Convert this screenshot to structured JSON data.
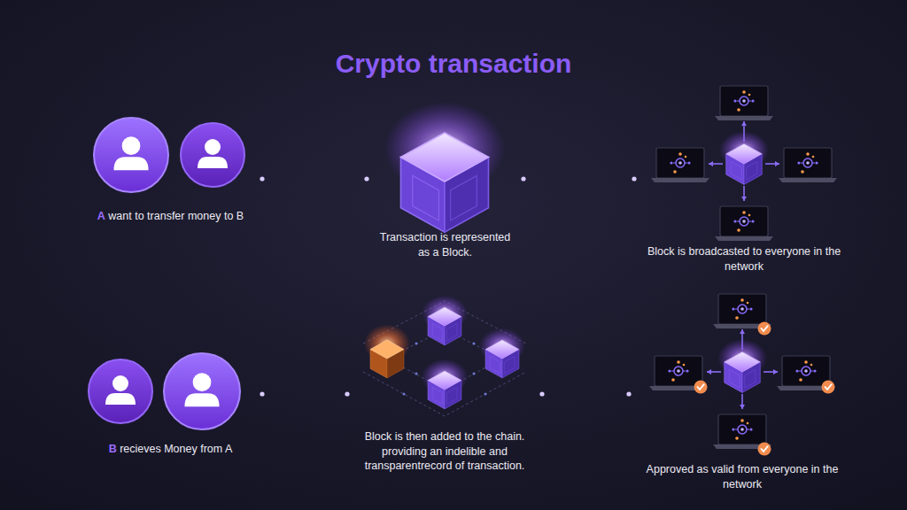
{
  "diagram": {
    "title": "Crypto transaction",
    "nodes": [
      {
        "text": [
          "A want to transfer money to B"
        ]
      },
      {
        "text": [
          "Transaction is represented as a Block."
        ]
      },
      {
        "text": [
          "Block is broadcasted to everyone in the network"
        ]
      },
      {
        "text": [
          "B recieves Money from A"
        ]
      },
      {
        "text": [
          "Block is then added to the chain. providing an indelible and transparentrecord of transaction."
        ]
      },
      {
        "text": [
          "Approved as valid from everyone in the network"
        ]
      }
    ],
    "edges": [
      {
        "from": 0,
        "to": 1,
        "arrow": "none"
      },
      {
        "from": 1,
        "to": 2,
        "arrow": "none"
      },
      {
        "from": 5,
        "to": 4,
        "arrow": "none"
      },
      {
        "from": 4,
        "to": 3,
        "arrow": "none"
      }
    ]
  }
}
